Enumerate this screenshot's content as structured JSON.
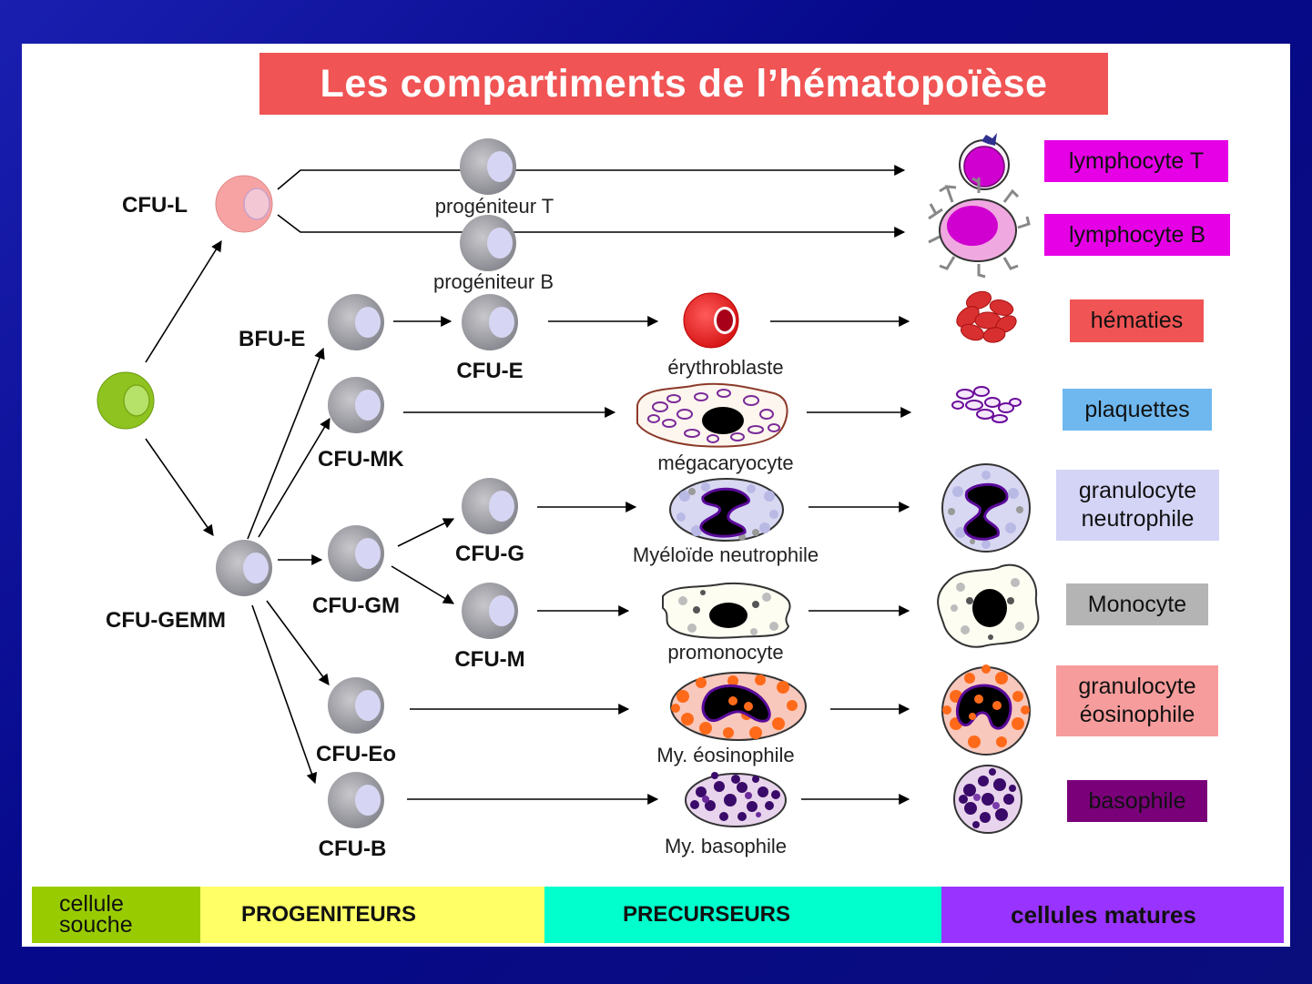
{
  "title": "Les compartiments de l’hématopoïèse",
  "cell_labels": {
    "cfu_l": "CFU-L",
    "prog_t": "progéniteur T",
    "prog_b": "progéniteur B",
    "bfu_e": "BFU-E",
    "cfu_e": "CFU-E",
    "erythroblaste": "érythroblaste",
    "cfu_mk": "CFU-MK",
    "megacaryocyte": "mégacaryocyte",
    "cfu_g": "CFU-G",
    "myeloide_neutrophile": "Myéloïde neutrophile",
    "cfu_gemm": "CFU-GEMM",
    "cfu_gm": "CFU-GM",
    "cfu_m": "CFU-M",
    "promonocyte": "promonocyte",
    "cfu_eo": "CFU-Eo",
    "my_eosinophile": "My. éosinophile",
    "cfu_b": "CFU-B",
    "my_basophile": "My. basophile"
  },
  "mature": {
    "lymphocyte_t": {
      "label": "lymphocyte T",
      "color": "#e600e6"
    },
    "lymphocyte_b": {
      "label": "lymphocyte B",
      "color": "#e600e6"
    },
    "hematies": {
      "label": "hématies",
      "color": "#f05454"
    },
    "plaquettes": {
      "label": "plaquettes",
      "color": "#6fb8ef"
    },
    "granulocyte_neutrophile": {
      "label1": "granulocyte",
      "label2": "neutrophile",
      "color": "#d4d4f7"
    },
    "monocyte": {
      "label": "Monocyte",
      "color": "#b4b4b4"
    },
    "granulocyte_eosinophile": {
      "label1": "granulocyte",
      "label2": "éosinophile",
      "color": "#f79c9c"
    },
    "basophile": {
      "label": "basophile",
      "color": "#7a007a"
    }
  },
  "compartments": {
    "cellule_souche_1": "cellule",
    "cellule_souche_2": "souche",
    "progeniteurs": "PROGENITEURS",
    "precurseurs": "PRECURSEURS",
    "cellules_matures": "cellules matures"
  },
  "colors": {
    "title_bg": "#f05454",
    "stem_cell": "#8fc31f",
    "progenitor": "#a8a8b0",
    "band_souche": "#99cc00",
    "band_progeniteurs": "#ffff66",
    "band_precurseurs": "#00ffcc",
    "band_matures": "#9933ff"
  }
}
